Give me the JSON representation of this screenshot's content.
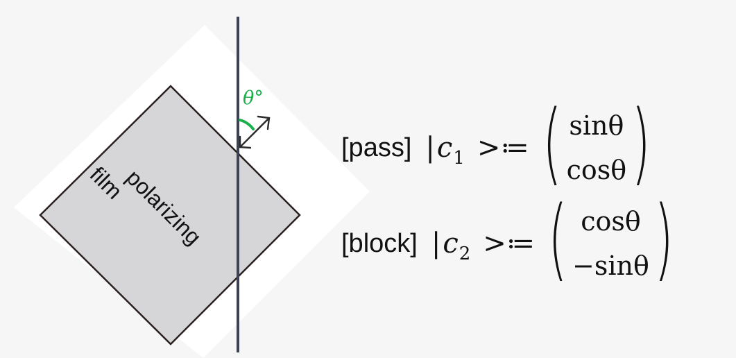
{
  "figure": {
    "film_label_line1": "polarizing",
    "film_label_line2": "film",
    "angle_label": "θ°"
  },
  "states": [
    {
      "tag": "[pass]",
      "bra": "|",
      "symbol": "c",
      "index": "1",
      "op": ">≔",
      "entries": [
        "sinθ",
        "cosθ"
      ]
    },
    {
      "tag": "[block]",
      "bra": "|",
      "symbol": "c",
      "index": "2",
      "op": ">≔",
      "entries": [
        "cosθ",
        "−sinθ"
      ]
    }
  ],
  "colors": {
    "background": "#f6f6f6",
    "halo": "#ffffff",
    "film_fill": "#d6d6d8",
    "film_border": "#2a1f1f",
    "axis_line": "#3c4253",
    "angle_accent": "#19b04a",
    "text": "#111111"
  }
}
